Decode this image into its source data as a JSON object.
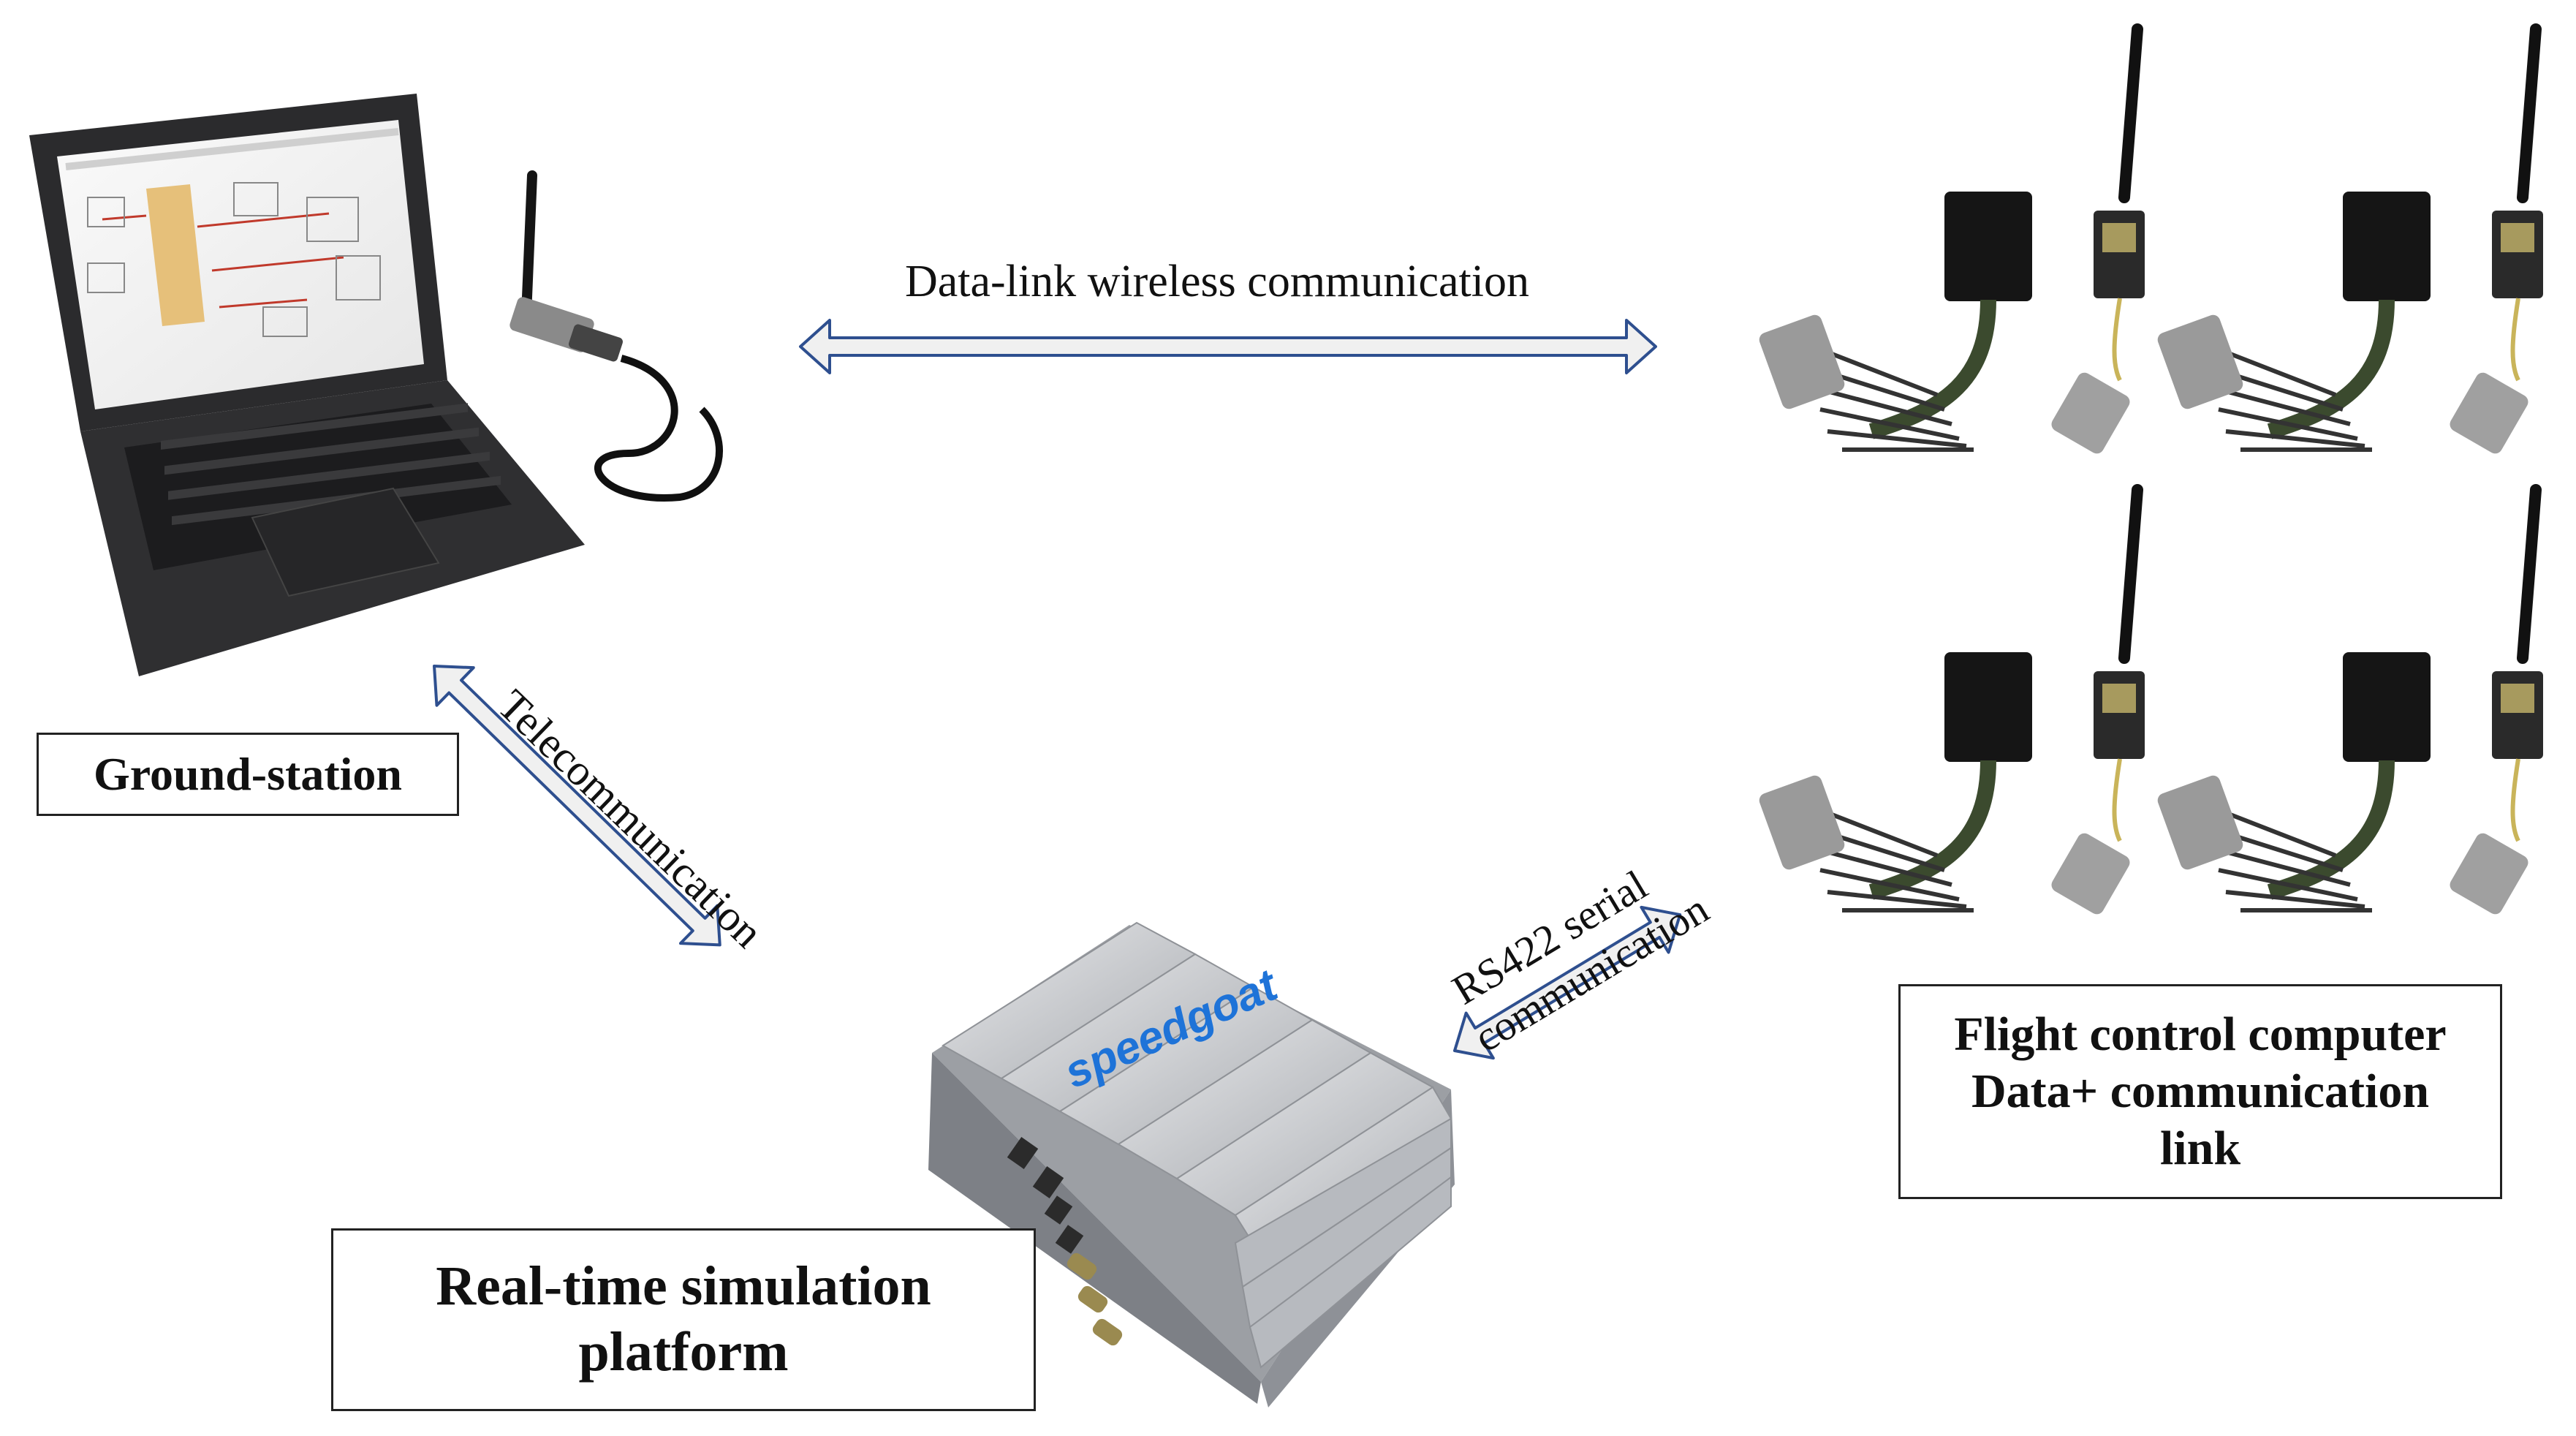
{
  "arrows": {
    "datalink": "Data-link wireless communication",
    "telecom": "Telecommunication",
    "rs422_line1": "RS422 serial",
    "rs422_line2": "communication"
  },
  "boxes": {
    "ground_station": "Ground-station",
    "realtime_line1": "Real-time simulation",
    "realtime_line2": "platform",
    "fcc_line1": "Flight control computer",
    "fcc_line2": "Data+ communication",
    "fcc_line3": "link"
  },
  "device": {
    "brand": "speedgoat"
  },
  "colors": {
    "arrow_stroke": "#2e4f8f",
    "arrow_fill": "#f0f0f0",
    "brand_blue": "#1e73d8",
    "laptop_body": "#2b2b2d",
    "cable_green": "#3b4a2e"
  }
}
